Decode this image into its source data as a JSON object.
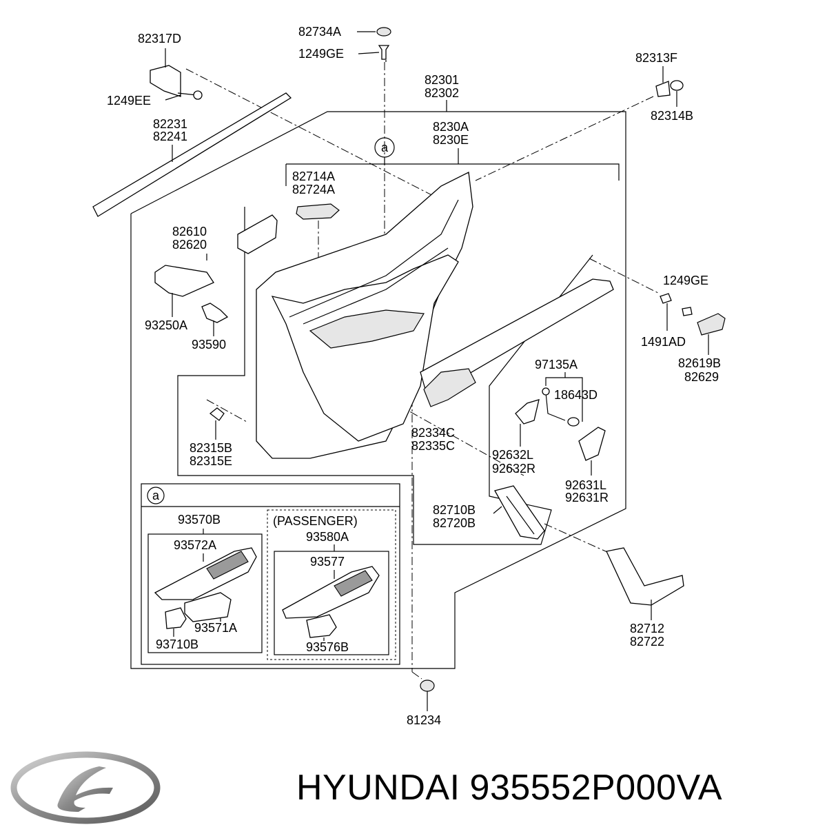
{
  "diagram": {
    "callout_marker": "a",
    "inset": {
      "marker": "a",
      "passenger_label": "(PASSENGER)"
    },
    "labels": {
      "p82734A": "82734A",
      "p1249GE_top": "1249GE",
      "p82317D": "82317D",
      "p1249EE": "1249EE",
      "p82231": "82231",
      "p82241": "82241",
      "p82301": "82301",
      "p82302": "82302",
      "p82313F": "82313F",
      "p82314B": "82314B",
      "p8230A": "8230A",
      "p8230E": "8230E",
      "p82714A": "82714A",
      "p82724A": "82724A",
      "p82610": "82610",
      "p82620": "82620",
      "p93250A": "93250A",
      "p93590": "93590",
      "p1249GE_right": "1249GE",
      "p1491AD": "1491AD",
      "p82619B": "82619B",
      "p82629": "82629",
      "p97135A": "97135A",
      "p18643D": "18643D",
      "p82315B": "82315B",
      "p82315E": "82315E",
      "p82334C": "82334C",
      "p82335C": "82335C",
      "p92632L": "92632L",
      "p92632R": "92632R",
      "p92631L": "92631L",
      "p92631R": "92631R",
      "p82710B": "82710B",
      "p82720B": "82720B",
      "p93570B": "93570B",
      "p93572A": "93572A",
      "p93571A": "93571A",
      "p93710B": "93710B",
      "p93580A": "93580A",
      "p93577": "93577",
      "p93576B": "93576B",
      "p82712": "82712",
      "p82722": "82722",
      "p81234": "81234"
    }
  },
  "footer": {
    "brand": "HYUNDAI",
    "part_number": "935552P000VA"
  }
}
